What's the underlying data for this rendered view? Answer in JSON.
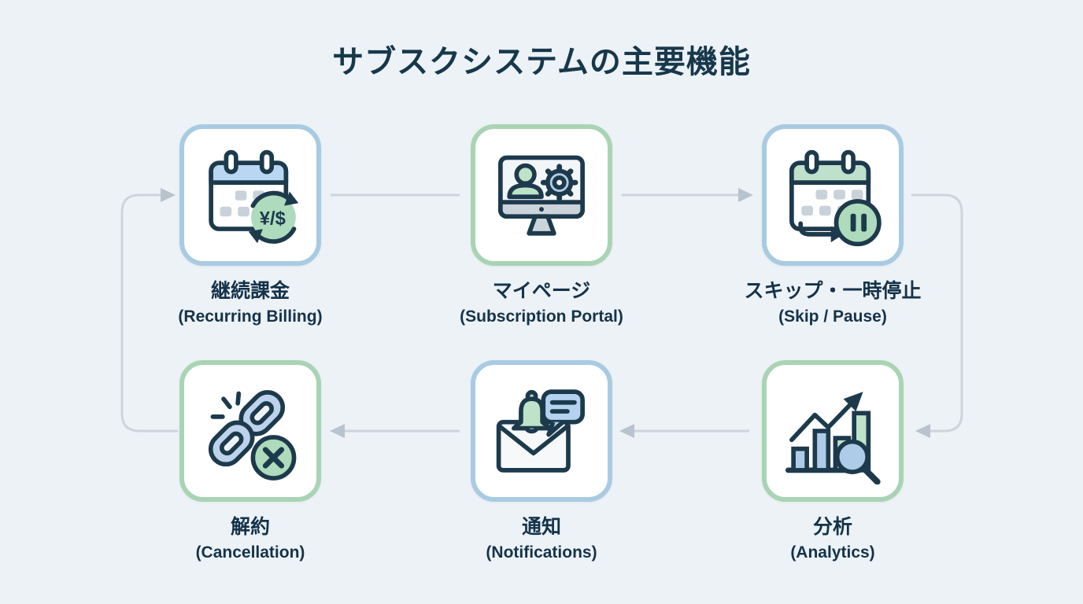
{
  "title": "サブスクシステムの主要機能",
  "colors": {
    "background": "#edf2f7",
    "card_background": "#ffffff",
    "border_blue": "#a9cbe2",
    "border_green": "#a9d4b4",
    "outline_navy": "#1d3a4c",
    "text_dark": "#17384b",
    "connector_gray": "#cdd4db",
    "arrowhead_gray": "#b9c3cd",
    "fill_green": "#aedbbc",
    "fill_blue": "#b5d2f0",
    "fill_gray": "#c9d2da"
  },
  "cards": [
    {
      "id": "recurring-billing",
      "jp": "継続課金",
      "en": "(Recurring Billing)",
      "icon": "calendar-currency-icon",
      "border": "#a9cbe2",
      "currency_text": "¥/$"
    },
    {
      "id": "subscription-portal",
      "jp": "マイページ",
      "en": "(Subscription Portal)",
      "icon": "monitor-user-gear-icon",
      "border": "#a9d4b4"
    },
    {
      "id": "skip-pause",
      "jp": "スキップ・一時停止",
      "en": "(Skip / Pause)",
      "icon": "calendar-pause-icon",
      "border": "#a9cbe2"
    },
    {
      "id": "cancellation",
      "jp": "解約",
      "en": "(Cancellation)",
      "icon": "broken-chain-icon",
      "border": "#a9d4b4"
    },
    {
      "id": "notifications",
      "jp": "通知",
      "en": "(Notifications)",
      "icon": "mail-bell-bubble-icon",
      "border": "#a9cbe2"
    },
    {
      "id": "analytics",
      "jp": "分析",
      "en": "(Analytics)",
      "icon": "chart-magnifier-icon",
      "border": "#a9d4b4"
    }
  ],
  "flow_order": [
    "recurring-billing",
    "subscription-portal",
    "skip-pause",
    "analytics",
    "notifications",
    "cancellation"
  ],
  "flow_cyclic": true
}
